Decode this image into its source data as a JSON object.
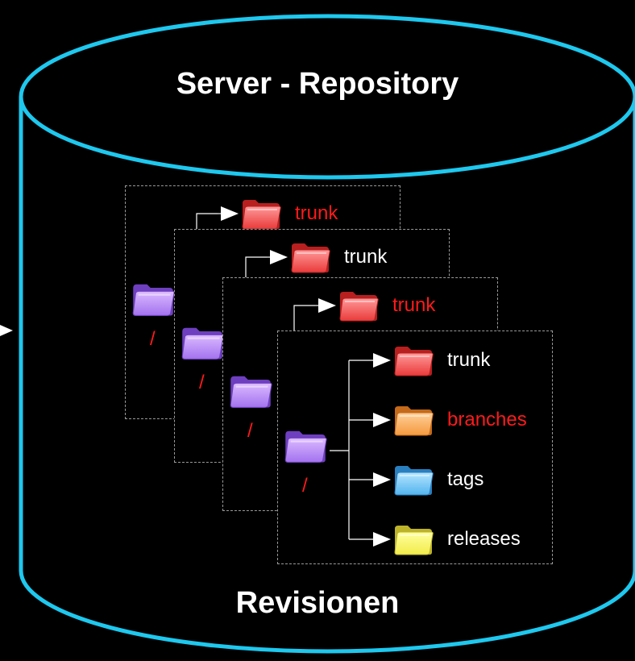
{
  "title": "Server - Repository",
  "footer": "Revisionen",
  "colors": {
    "outline": "#1ec8ee",
    "background": "#000000",
    "text": "#ffffff",
    "highlight": "#ff1a1a",
    "line": "#ffffff"
  },
  "revisions": [
    {
      "root": {
        "label": "/",
        "icon": "purple-folder-icon"
      },
      "children": [
        {
          "label": "trunk",
          "icon": "red-folder-icon",
          "highlighted": true
        }
      ]
    },
    {
      "root": {
        "label": "/",
        "icon": "purple-folder-icon"
      },
      "children": [
        {
          "label": "trunk",
          "icon": "red-folder-icon",
          "highlighted": false
        }
      ]
    },
    {
      "root": {
        "label": "/",
        "icon": "purple-folder-icon"
      },
      "children": [
        {
          "label": "trunk",
          "icon": "red-folder-icon",
          "highlighted": true
        }
      ]
    },
    {
      "root": {
        "label": "/",
        "icon": "purple-folder-icon"
      },
      "children": [
        {
          "label": "trunk",
          "icon": "red-folder-icon",
          "highlighted": false
        },
        {
          "label": "branches",
          "icon": "orange-folder-icon",
          "highlighted": true
        },
        {
          "label": "tags",
          "icon": "blue-folder-icon",
          "highlighted": false
        },
        {
          "label": "releases",
          "icon": "yellow-folder-icon",
          "highlighted": false
        }
      ]
    }
  ]
}
